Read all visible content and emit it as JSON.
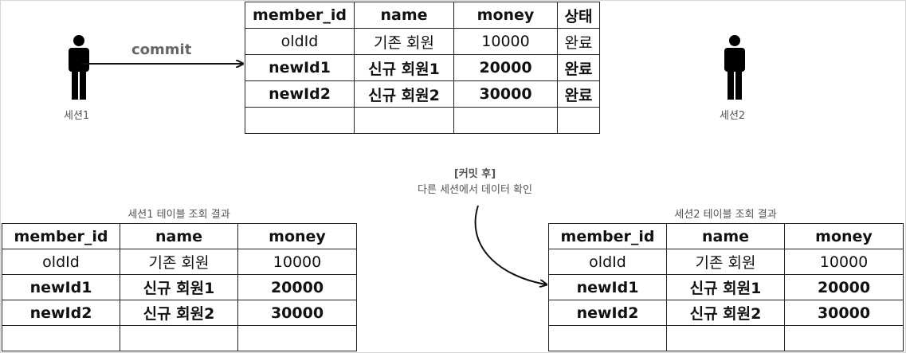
{
  "main_table": {
    "headers": [
      "member_id",
      "name",
      "money",
      "상태"
    ],
    "rows": [
      {
        "bold": false,
        "cells": [
          "oldId",
          "기존 회원",
          "10000",
          "완료"
        ]
      },
      {
        "bold": true,
        "cells": [
          "newId1",
          "신규 회원1",
          "20000",
          "완료"
        ]
      },
      {
        "bold": true,
        "cells": [
          "newId2",
          "신규 회원2",
          "30000",
          "완료"
        ]
      },
      {
        "bold": false,
        "cells": [
          "",
          "",
          "",
          ""
        ]
      }
    ]
  },
  "session1": {
    "label": "세션1"
  },
  "session2": {
    "label": "세션2"
  },
  "commit_label": "commit",
  "note": {
    "title": "[커밋 후]",
    "text": "다른 세션에서 데이터 확인"
  },
  "session1_table": {
    "caption": "세션1 테이블 조회 결과",
    "headers": [
      "member_id",
      "name",
      "money"
    ],
    "rows": [
      {
        "bold": false,
        "cells": [
          "oldId",
          "기존 회원",
          "10000"
        ]
      },
      {
        "bold": true,
        "cells": [
          "newId1",
          "신규 회원1",
          "20000"
        ]
      },
      {
        "bold": true,
        "cells": [
          "newId2",
          "신규 회원2",
          "30000"
        ]
      },
      {
        "bold": false,
        "cells": [
          "",
          "",
          ""
        ]
      }
    ]
  },
  "session2_table": {
    "caption": "세션2 테이블 조회 결과",
    "headers": [
      "member_id",
      "name",
      "money"
    ],
    "rows": [
      {
        "bold": false,
        "cells": [
          "oldId",
          "기존 회원",
          "10000"
        ]
      },
      {
        "bold": true,
        "cells": [
          "newId1",
          "신규 회원1",
          "20000"
        ]
      },
      {
        "bold": true,
        "cells": [
          "newId2",
          "신규 회원2",
          "30000"
        ]
      },
      {
        "bold": false,
        "cells": [
          "",
          "",
          ""
        ]
      }
    ]
  }
}
